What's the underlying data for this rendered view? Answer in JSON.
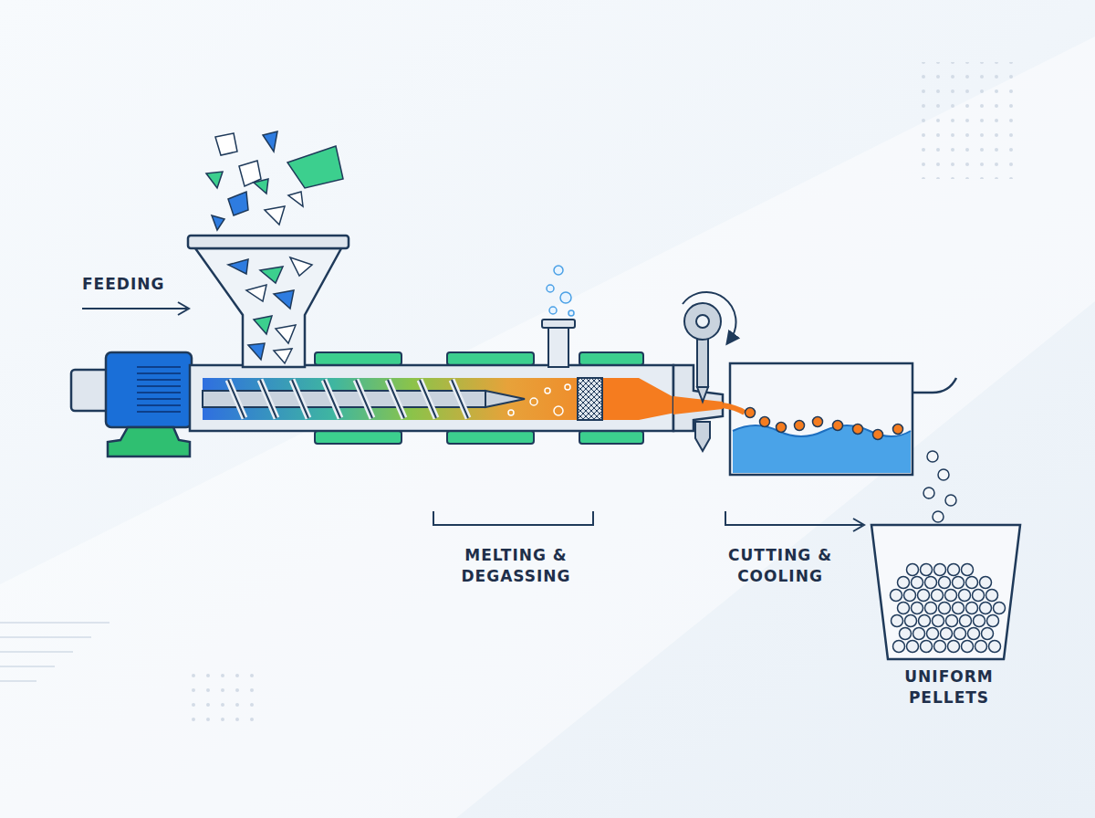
{
  "diagram": {
    "labels": [
      "FEEDING",
      "MELTING & DEGASSING",
      "CUTTING & COOLING",
      "UNIFORM PELLETS"
    ]
  }
}
